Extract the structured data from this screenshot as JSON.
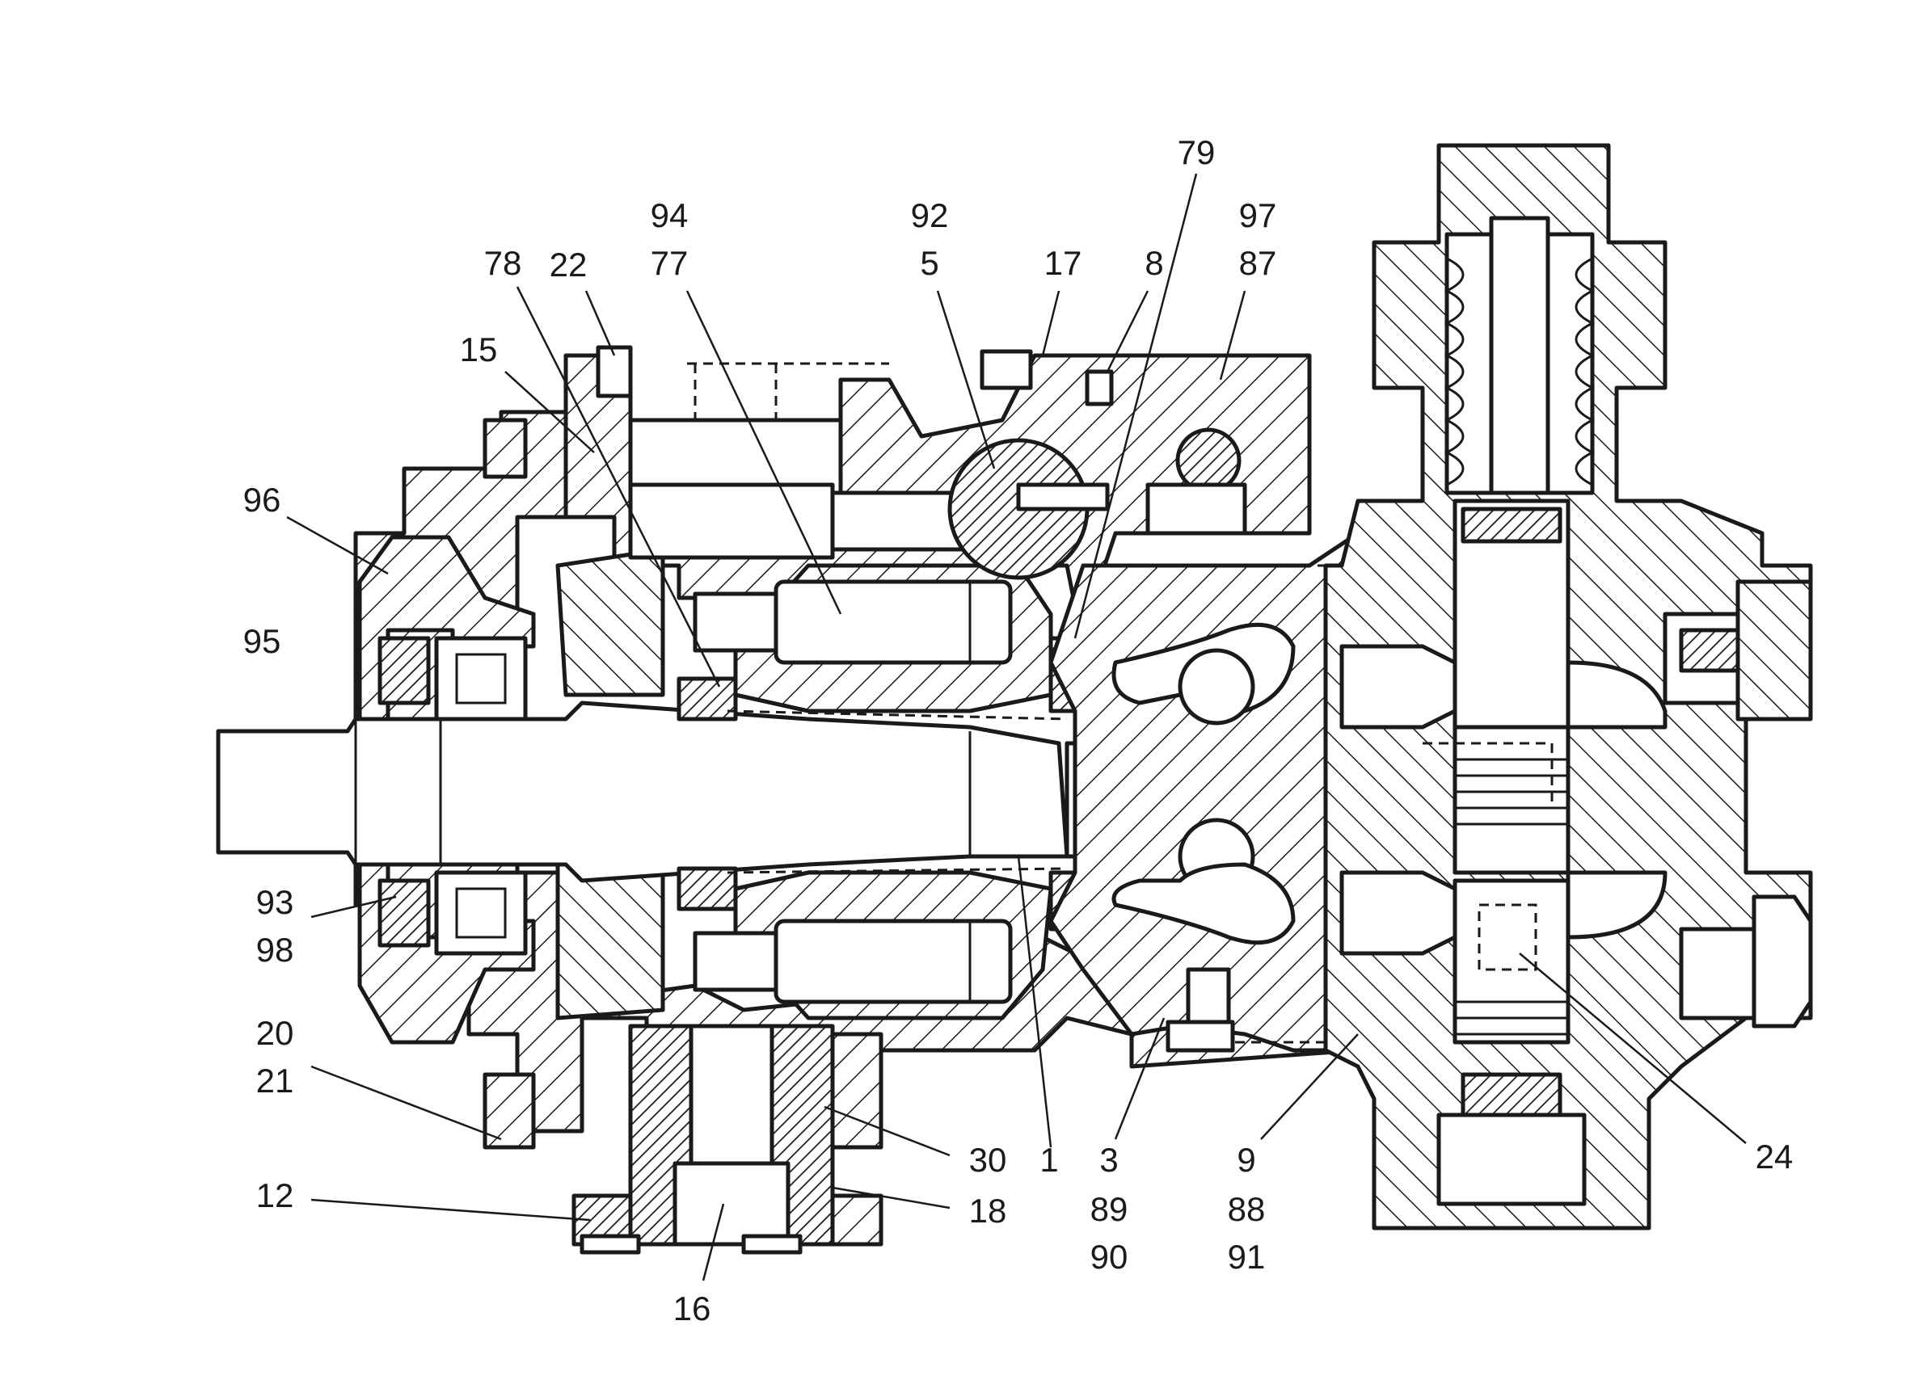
{
  "diagram": {
    "labels": [
      {
        "id": "l79",
        "text": "79"
      },
      {
        "id": "l94",
        "text": "94"
      },
      {
        "id": "l92",
        "text": "92"
      },
      {
        "id": "l97",
        "text": "97"
      },
      {
        "id": "l78",
        "text": "78"
      },
      {
        "id": "l22",
        "text": "22"
      },
      {
        "id": "l77",
        "text": "77"
      },
      {
        "id": "l5",
        "text": "5"
      },
      {
        "id": "l17",
        "text": "17"
      },
      {
        "id": "l8",
        "text": "8"
      },
      {
        "id": "l87",
        "text": "87"
      },
      {
        "id": "l15",
        "text": "15"
      },
      {
        "id": "l96",
        "text": "96"
      },
      {
        "id": "l95",
        "text": "95"
      },
      {
        "id": "l93",
        "text": "93"
      },
      {
        "id": "l98",
        "text": "98"
      },
      {
        "id": "l20",
        "text": "20"
      },
      {
        "id": "l21",
        "text": "21"
      },
      {
        "id": "l30",
        "text": "30"
      },
      {
        "id": "l1",
        "text": "1"
      },
      {
        "id": "l3",
        "text": "3"
      },
      {
        "id": "l9",
        "text": "9"
      },
      {
        "id": "l24",
        "text": "24"
      },
      {
        "id": "l12",
        "text": "12"
      },
      {
        "id": "l18",
        "text": "18"
      },
      {
        "id": "l89",
        "text": "89"
      },
      {
        "id": "l88",
        "text": "88"
      },
      {
        "id": "l90",
        "text": "90"
      },
      {
        "id": "l91",
        "text": "91"
      },
      {
        "id": "l16",
        "text": "16"
      }
    ]
  }
}
